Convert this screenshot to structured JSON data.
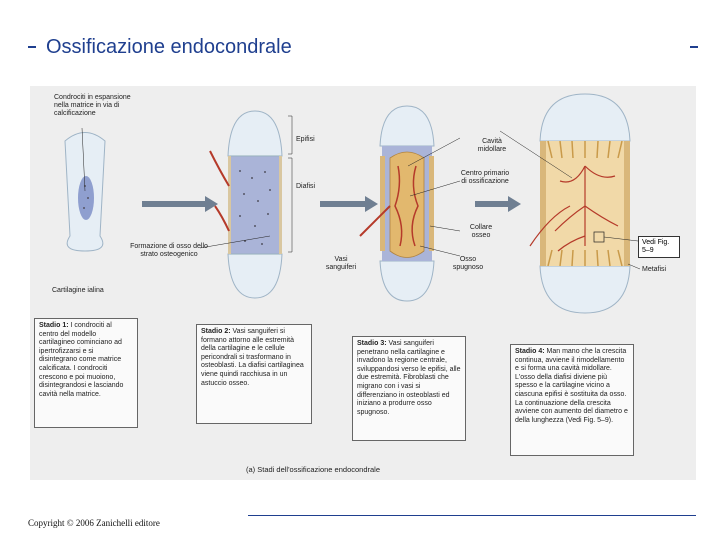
{
  "slide": {
    "title": "Ossificazione endocondrale",
    "copyright": "Copyright © 2006 Zanichelli editore"
  },
  "figure": {
    "labels": {
      "condrociti": "Condrociti in espansione nella matrice in via di calcificazione",
      "epifisi": "Epifisi",
      "diafisi": "Diafisi",
      "formazione": "Formazione di osso dello strato osteogenico",
      "cartilagine": "Cartilagine ialina",
      "cavita": "Cavità midollare",
      "centro": "Centro primario di ossificazione",
      "collare": "Collare osseo",
      "vasi": "Vasi sanguiferi",
      "osso_spugnoso": "Osso spugnoso",
      "metafisi": "Metafisi",
      "vedi": "Vedi Fig. 5–9"
    },
    "stages": [
      {
        "heading": "Stadio 1:",
        "text": "I condrociti al centro del modello cartilagineo cominciano ad ipertrofizzarsi e si disintegrano come matrice calcificata. I condrociti crescono e poi muoiono, disintegrandosi e lasciando cavità nella matrice."
      },
      {
        "heading": "Stadio 2:",
        "text": "Vasi sanguiferi si formano attorno alle estremità della cartilagine e le cellule pericondrali si trasformano in osteoblasti. La diafisi cartilaginea viene quindi racchiusa in un astuccio osseo."
      },
      {
        "heading": "Stadio 3:",
        "text": "Vasi sanguiferi penetrano nella cartilagine e invadono la regione centrale, sviluppandosi verso le epifisi, alle due estremità. Fibroblasti che migrano con i vasi si differenziano in osteoblasti ed iniziano a produrre osso spugnoso."
      },
      {
        "heading": "Stadio 4:",
        "text": "Man mano che la crescita continua, avviene il rimodellamento e si forma una cavità midollare. L'osso della diafisi diviene più spesso e la cartilagine vicino a ciascuna epifisi è sostituita da osso. La continuazione della crescita avviene con aumento del diametro e della lunghezza (Vedi Fig. 5–9)."
      }
    ],
    "caption": "(a) Stadi dell'ossificazione endocondrale"
  }
}
